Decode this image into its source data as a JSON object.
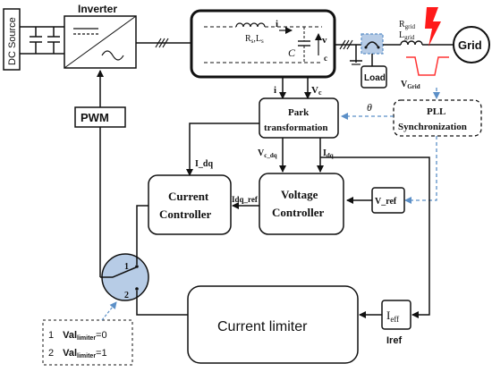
{
  "blocks": {
    "dc_source": "DC Source",
    "inverter": "Inverter",
    "pwm": "PWM",
    "load": "Load",
    "grid": "Grid",
    "park_line1": "Park",
    "park_line2": "transformation",
    "pll_line1": "PLL",
    "pll_line2": "Synchronization",
    "current_controller_line1": "Current",
    "current_controller_line2": "Controller",
    "voltage_controller_line1": "Voltage",
    "voltage_controller_line2": "Controller",
    "v_ref": "V_ref",
    "current_limiter": "Current limiter",
    "i_eff": "I",
    "i_eff_sub": "eff"
  },
  "filter": {
    "rs_ls": "R",
    "rs_ls_sub": "s",
    "rs_ls_sep": ",L",
    "rs_ls_sub2": "s",
    "capacitor": "C",
    "current": "i",
    "voltage_v": "v",
    "voltage_c": "c"
  },
  "grid_params": {
    "r_grid": "R",
    "r_grid_sub": "grid",
    "l_grid": "L",
    "l_grid_sub": "grid",
    "v_grid": "V",
    "v_grid_sub": "Grid"
  },
  "signals": {
    "i": "i",
    "vc": "V",
    "vc_sub": "c",
    "theta": "θ",
    "i_dq": "I_dq",
    "vc_dq": "V",
    "vc_dq_sub": "c_dq",
    "i_dq2": "I",
    "i_dq2_sub": "dq",
    "idq_ref": "Idq_ref",
    "iref": "Iref"
  },
  "switch": {
    "pos1": "1",
    "pos2": "2"
  },
  "legend": {
    "row1_num": "1",
    "row1_label": "Val",
    "row1_sub": "limiter",
    "row1_val": "=0",
    "row2_num": "2",
    "row2_label": "Val",
    "row2_sub": "limiter",
    "row2_val": "=1"
  },
  "colors": {
    "line": "#111111",
    "dashed_signal": "#5b8fc7",
    "switch_fill": "#b7cce6",
    "fault": "#ff1a1a",
    "fault_trace": "#ff3333"
  }
}
